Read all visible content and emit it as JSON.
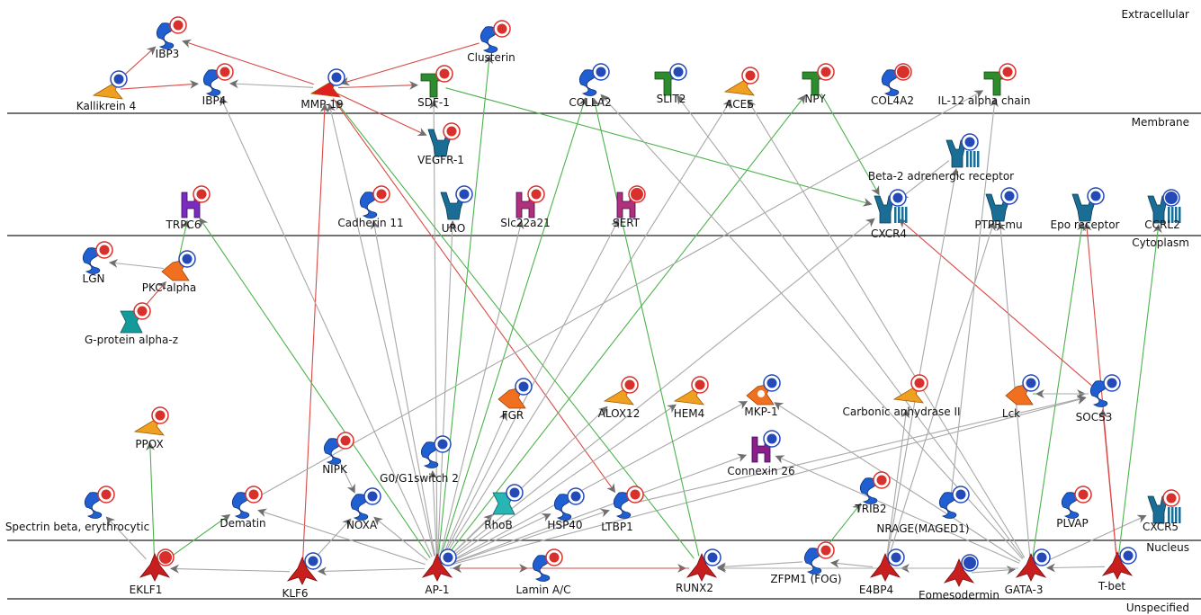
{
  "compartments": {
    "extracellular": "Extracellular",
    "membrane": "Membrane",
    "cytoplasm": "Cytoplasm",
    "nucleus": "Nucleus",
    "unspecified": "Unspecified"
  },
  "colors": {
    "activation": "#5cb85c",
    "inhibition": "#d9534f",
    "unspecified": "#9a9a9a",
    "badge_up": "#d9302c",
    "badge_down": "#2449b8"
  },
  "edge_types": {
    "green": "activation",
    "red": "inhibition",
    "gray": "unspecified"
  },
  "nodes": [
    {
      "id": "ibp3",
      "label": "IBP3",
      "shape": "protein",
      "color": "#1f5fd1",
      "badge": "up"
    },
    {
      "id": "clusterin",
      "label": "Clusterin",
      "shape": "protein",
      "color": "#1f5fd1",
      "badge": "up"
    },
    {
      "id": "kallikrein4",
      "label": "Kallikrein 4",
      "shape": "protease",
      "color": "#f0a020",
      "badge": "down"
    },
    {
      "id": "ibp4",
      "label": "IBP4",
      "shape": "protein",
      "color": "#1f5fd1",
      "badge": "up"
    },
    {
      "id": "mmp19",
      "label": "MMP-19",
      "shape": "protease",
      "color": "#e02020",
      "badge": "down"
    },
    {
      "id": "sdf1",
      "label": "SDF-1",
      "shape": "ligand",
      "color": "#2e8b2e",
      "badge": "up"
    },
    {
      "id": "colla2",
      "label": "COLLA2",
      "shape": "protein",
      "color": "#1f5fd1",
      "badge": "down"
    },
    {
      "id": "slit2",
      "label": "SLIT2",
      "shape": "ligand",
      "color": "#2e8b2e",
      "badge": "down"
    },
    {
      "id": "aces",
      "label": "ACES",
      "shape": "protease",
      "color": "#f0a020",
      "badge": "up"
    },
    {
      "id": "npy",
      "label": "NPY",
      "shape": "ligand",
      "color": "#2e8b2e",
      "badge": "up"
    },
    {
      "id": "col4a2",
      "label": "COL4A2",
      "shape": "protein",
      "color": "#1f5fd1",
      "badge": "upsolid"
    },
    {
      "id": "il12",
      "label": "IL-12 alpha chain",
      "shape": "ligand",
      "color": "#2e8b2e",
      "badge": "up"
    },
    {
      "id": "vegfr1",
      "label": "VEGFR-1",
      "shape": "receptor",
      "color": "#1a6e96",
      "badge": "up"
    },
    {
      "id": "b2ar",
      "label": "Beta-2 adrenergic receptor",
      "shape": "gpcr",
      "color": "#1a6e96",
      "badge": "down"
    },
    {
      "id": "trpc6",
      "label": "TRPC6",
      "shape": "channel",
      "color": "#7b2cc0",
      "badge": "up"
    },
    {
      "id": "cadherin11",
      "label": "Cadherin 11",
      "shape": "protein",
      "color": "#1f5fd1",
      "badge": "up"
    },
    {
      "id": "uro",
      "label": "URO",
      "shape": "receptor",
      "color": "#1a6e96",
      "badge": "down"
    },
    {
      "id": "slc22a21",
      "label": "Slc22a21",
      "shape": "channel",
      "color": "#b0307a",
      "badge": "up"
    },
    {
      "id": "sert",
      "label": "SERT",
      "shape": "channel",
      "color": "#b0307a",
      "badge": "upsolid"
    },
    {
      "id": "cxcr4",
      "label": "CXCR4",
      "shape": "gpcr",
      "color": "#1a6e96",
      "badge": "down"
    },
    {
      "id": "ptprmu",
      "label": "PTPR-mu",
      "shape": "receptor",
      "color": "#1a6e96",
      "badge": "down"
    },
    {
      "id": "eporec",
      "label": "Epo receptor",
      "shape": "receptor",
      "color": "#1a6e96",
      "badge": "down"
    },
    {
      "id": "ccrl2",
      "label": "CCRL2",
      "shape": "gpcr",
      "color": "#1a6e96",
      "badge": "downsolid"
    },
    {
      "id": "lgn",
      "label": "LGN",
      "shape": "protein",
      "color": "#1f5fd1",
      "badge": "up"
    },
    {
      "id": "pkcalpha",
      "label": "PKC-alpha",
      "shape": "kinase",
      "color": "#f07020",
      "badge": "down"
    },
    {
      "id": "gpaz",
      "label": "G-protein alpha-z",
      "shape": "gprot",
      "color": "#139a9a",
      "badge": "up"
    },
    {
      "id": "fgr",
      "label": "FGR",
      "shape": "kinase",
      "color": "#f07020",
      "badge": "down"
    },
    {
      "id": "alox12",
      "label": "ALOX12",
      "shape": "protease",
      "color": "#f0a020",
      "badge": "up"
    },
    {
      "id": "hem4",
      "label": "HEM4",
      "shape": "protease",
      "color": "#f0a020",
      "badge": "up"
    },
    {
      "id": "mkp1",
      "label": "MKP-1",
      "shape": "phosphatase",
      "color": "#f07020",
      "badge": "down"
    },
    {
      "id": "cah2",
      "label": "Carbonic anhydrase II",
      "shape": "protease",
      "color": "#f0a020",
      "badge": "up"
    },
    {
      "id": "lck",
      "label": "Lck",
      "shape": "kinase",
      "color": "#f07020",
      "badge": "down"
    },
    {
      "id": "socs3",
      "label": "SOCS3",
      "shape": "protein",
      "color": "#1f5fd1",
      "badge": "down"
    },
    {
      "id": "ppox",
      "label": "PPOX",
      "shape": "protease",
      "color": "#f0a020",
      "badge": "up"
    },
    {
      "id": "nipk",
      "label": "NIPK",
      "shape": "protein",
      "color": "#1f5fd1",
      "badge": "up"
    },
    {
      "id": "g0g1",
      "label": "G0/G1switch 2",
      "shape": "protein",
      "color": "#1f5fd1",
      "badge": "down"
    },
    {
      "id": "connexin26",
      "label": "Connexin 26",
      "shape": "channel",
      "color": "#8a1f8a",
      "badge": "down"
    },
    {
      "id": "spectrin",
      "label": "Spectrin beta, erythrocytic",
      "shape": "protein",
      "color": "#1f5fd1",
      "badge": "up"
    },
    {
      "id": "dematin",
      "label": "Dematin",
      "shape": "protein",
      "color": "#1f5fd1",
      "badge": "up"
    },
    {
      "id": "noxa",
      "label": "NOXA",
      "shape": "protein",
      "color": "#1f5fd1",
      "badge": "down"
    },
    {
      "id": "rhob",
      "label": "RhoB",
      "shape": "gprot",
      "color": "#2ab5b5",
      "badge": "down"
    },
    {
      "id": "hsp40",
      "label": "HSP40",
      "shape": "protein",
      "color": "#1f5fd1",
      "badge": "down"
    },
    {
      "id": "ltbp1",
      "label": "LTBP1",
      "shape": "protein",
      "color": "#1f5fd1",
      "badge": "up"
    },
    {
      "id": "trib2",
      "label": "TRIB2",
      "shape": "protein",
      "color": "#1f5fd1",
      "badge": "up"
    },
    {
      "id": "nrage",
      "label": "NRAGE(MAGED1)",
      "shape": "protein",
      "color": "#1f5fd1",
      "badge": "down"
    },
    {
      "id": "plvap",
      "label": "PLVAP",
      "shape": "protein",
      "color": "#1f5fd1",
      "badge": "up"
    },
    {
      "id": "cxcr5",
      "label": "CXCR5",
      "shape": "gpcr",
      "color": "#1a6e96",
      "badge": "up"
    },
    {
      "id": "eklf1",
      "label": "EKLF1",
      "shape": "tf",
      "color": "#c81e1e",
      "badge": "upsolid"
    },
    {
      "id": "klf6",
      "label": "KLF6",
      "shape": "tf",
      "color": "#c81e1e",
      "badge": "down"
    },
    {
      "id": "ap1",
      "label": "AP-1",
      "shape": "tf",
      "color": "#c81e1e",
      "badge": "down"
    },
    {
      "id": "laminac",
      "label": "Lamin A/C",
      "shape": "protein",
      "color": "#1f5fd1",
      "badge": "up"
    },
    {
      "id": "runx2",
      "label": "RUNX2",
      "shape": "tf",
      "color": "#c81e1e",
      "badge": "down"
    },
    {
      "id": "zfpm1",
      "label": "ZFPM1 (FOG)",
      "shape": "protein",
      "color": "#1f5fd1",
      "badge": "up"
    },
    {
      "id": "e4bp4",
      "label": "E4BP4",
      "shape": "tf",
      "color": "#c81e1e",
      "badge": "down"
    },
    {
      "id": "eomes",
      "label": "Eomesodermin",
      "shape": "tf",
      "color": "#c81e1e",
      "badge": "downsolid"
    },
    {
      "id": "gata3",
      "label": "GATA-3",
      "shape": "tf",
      "color": "#c81e1e",
      "badge": "down"
    },
    {
      "id": "tbet",
      "label": "T-bet",
      "shape": "tf",
      "color": "#c81e1e",
      "badge": "down"
    }
  ],
  "edges": [
    [
      "kallikrein4",
      "ibp3",
      "red"
    ],
    [
      "kallikrein4",
      "ibp4",
      "red"
    ],
    [
      "mmp19",
      "ibp3",
      "red"
    ],
    [
      "mmp19",
      "ibp4",
      "gray"
    ],
    [
      "clusterin",
      "mmp19",
      "red"
    ],
    [
      "mmp19",
      "sdf1",
      "red"
    ],
    [
      "mmp19",
      "vegfr1",
      "red"
    ],
    [
      "mmp19",
      "ltbp1",
      "red"
    ],
    [
      "sdf1",
      "cxcr4",
      "green"
    ],
    [
      "npy",
      "cxcr4",
      "green"
    ],
    [
      "b2ar",
      "cxcr4",
      "gray"
    ],
    [
      "pkcalpha",
      "lgn",
      "gray"
    ],
    [
      "pkcalpha",
      "trpc6",
      "green"
    ],
    [
      "gpaz",
      "pkcalpha",
      "red"
    ],
    [
      "klf6",
      "mmp19",
      "red"
    ],
    [
      "eklf1",
      "ppox",
      "green"
    ],
    [
      "eklf1",
      "dematin",
      "green"
    ],
    [
      "eklf1",
      "spectrin",
      "gray"
    ],
    [
      "klf6",
      "noxa",
      "gray"
    ],
    [
      "nipk",
      "noxa",
      "gray"
    ],
    [
      "klf6",
      "eklf1",
      "gray"
    ],
    [
      "ap1",
      "klf6",
      "gray"
    ],
    [
      "ap1",
      "mmp19",
      "gray"
    ],
    [
      "ap1",
      "ibp4",
      "gray"
    ],
    [
      "ap1",
      "cadherin11",
      "gray"
    ],
    [
      "ap1",
      "sdf1",
      "gray"
    ],
    [
      "ap1",
      "clusterin",
      "green"
    ],
    [
      "ap1",
      "uro",
      "gray"
    ],
    [
      "ap1",
      "slc22a21",
      "gray"
    ],
    [
      "ap1",
      "sert",
      "gray"
    ],
    [
      "ap1",
      "colla2",
      "green"
    ],
    [
      "ap1",
      "aces",
      "gray"
    ],
    [
      "ap1",
      "trpc6",
      "green"
    ],
    [
      "ap1",
      "noxa",
      "gray"
    ],
    [
      "ap1",
      "g0g1",
      "gray"
    ],
    [
      "ap1",
      "rhob",
      "gray"
    ],
    [
      "ap1",
      "hsp40",
      "gray"
    ],
    [
      "ap1",
      "ltbp1",
      "gray"
    ],
    [
      "ap1",
      "fgr",
      "gray"
    ],
    [
      "ap1",
      "alox12",
      "gray"
    ],
    [
      "ap1",
      "hem4",
      "gray"
    ],
    [
      "ap1",
      "mkp1",
      "gray"
    ],
    [
      "ap1",
      "runx2",
      "gray"
    ],
    [
      "ap1",
      "laminac",
      "gray"
    ],
    [
      "ap1",
      "cxcr4",
      "gray"
    ],
    [
      "ap1",
      "socs3",
      "gray"
    ],
    [
      "ap1",
      "connexin26",
      "gray"
    ],
    [
      "ap1",
      "dematin",
      "gray"
    ],
    [
      "ap1",
      "npy",
      "green"
    ],
    [
      "runx2",
      "mmp19",
      "green"
    ],
    [
      "runx2",
      "colla2",
      "green"
    ],
    [
      "runx2",
      "ap1",
      "gray"
    ],
    [
      "zfpm1",
      "runx2",
      "gray"
    ],
    [
      "e4bp4",
      "zfpm1",
      "gray"
    ],
    [
      "gata3",
      "e4bp4",
      "gray"
    ],
    [
      "eomes",
      "gata3",
      "gray"
    ],
    [
      "tbet",
      "gata3",
      "gray"
    ],
    [
      "gata3",
      "eporec",
      "green"
    ],
    [
      "gata3",
      "colla2",
      "gray"
    ],
    [
      "gata3",
      "slit2",
      "gray"
    ],
    [
      "gata3",
      "aces",
      "gray"
    ],
    [
      "gata3",
      "connexin26",
      "gray"
    ],
    [
      "gata3",
      "mkp1",
      "gray"
    ],
    [
      "gata3",
      "cxcr5",
      "gray"
    ],
    [
      "tbet",
      "ccrl2",
      "green"
    ],
    [
      "tbet",
      "eporec",
      "red"
    ],
    [
      "tbet",
      "socs3",
      "red"
    ],
    [
      "socs3",
      "cxcr4",
      "red"
    ],
    [
      "lck",
      "socs3",
      "green"
    ],
    [
      "socs3",
      "lck",
      "gray"
    ],
    [
      "e4bp4",
      "cah2",
      "gray"
    ],
    [
      "e4bp4",
      "b2ar",
      "gray"
    ],
    [
      "e4bp4",
      "ptprmu",
      "gray"
    ],
    [
      "zfpm1",
      "trib2",
      "green"
    ],
    [
      "gata3",
      "ptprmu",
      "gray"
    ],
    [
      "nrage",
      "il12",
      "gray"
    ],
    [
      "runx2",
      "ap1",
      "red"
    ],
    [
      "gata3",
      "runx2",
      "gray"
    ],
    [
      "ltbp1",
      "socs3",
      "gray"
    ],
    [
      "dematin",
      "il12",
      "gray"
    ]
  ]
}
